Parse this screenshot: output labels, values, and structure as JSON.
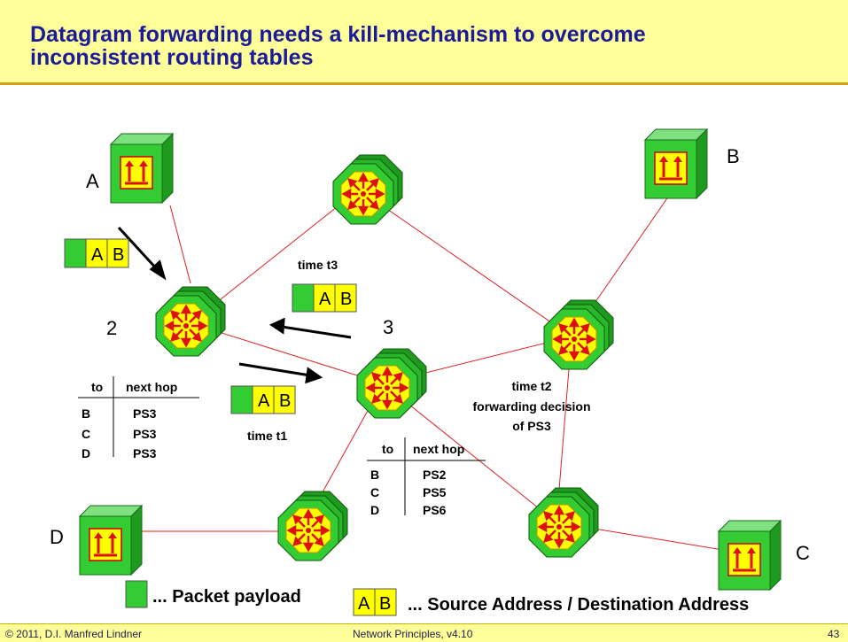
{
  "slide": {
    "title_line1": "Datagram forwarding needs a kill-mechanism to overcome",
    "title_line2": "inconsistent routing tables"
  },
  "hosts": {
    "a": "A",
    "b": "B",
    "c": "C",
    "d": "D"
  },
  "routers": {
    "r2": "2",
    "r3": "3"
  },
  "packet": {
    "src": "A",
    "dst": "B"
  },
  "times": {
    "t1": "time t1",
    "t3": "time t3",
    "t2_line1": "time t2",
    "t2_line2": "forwarding decision",
    "t2_line3": "of PS3"
  },
  "table2": {
    "col_to": "to",
    "col_hop": "next hop",
    "rows": [
      {
        "to": "B",
        "hop": "PS3"
      },
      {
        "to": "C",
        "hop": "PS3"
      },
      {
        "to": "D",
        "hop": "PS3"
      }
    ]
  },
  "table3": {
    "col_to": "to",
    "col_hop": "next hop",
    "rows": [
      {
        "to": "B",
        "hop": "PS2"
      },
      {
        "to": "C",
        "hop": "PS5"
      },
      {
        "to": "D",
        "hop": "PS6"
      }
    ]
  },
  "legend": {
    "payload": "... Packet payload",
    "src": "A",
    "dst": "B",
    "address": "... Source Address / Destination Address"
  },
  "footer": {
    "copyright": "© 2011, D.I. Manfred Lindner",
    "course": "Network Principles, v4.10",
    "page": "43"
  },
  "colors": {
    "header_bg": "#ffff99",
    "title": "#1a1a9a",
    "host_green": "#33cc33",
    "router_yellow": "#ffff00",
    "arrow_red": "#dd1111",
    "link_red": "#dd2222"
  }
}
